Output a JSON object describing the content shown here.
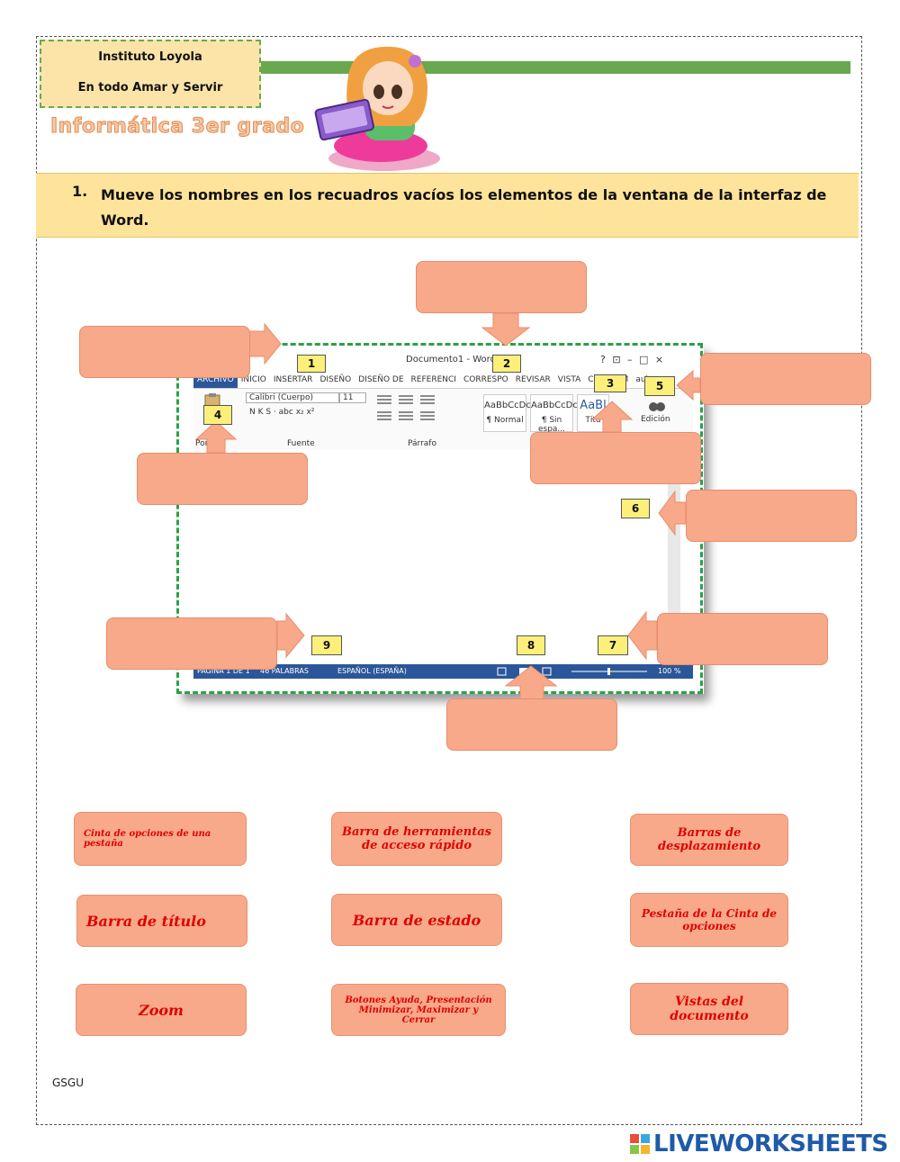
{
  "header": {
    "school_name": "Instituto Loyola",
    "motto": "En todo Amar y Servir",
    "subject": "Informática 3er grado"
  },
  "instructions": {
    "number": "1.",
    "text": "Mueve los nombres en los recuadros vacíos los elementos de la ventana de la interfaz de Word."
  },
  "word_window": {
    "title": "Documento1 - Word",
    "title_buttons": "?  ⊡  –  □  ×",
    "user": "aula",
    "tabs": [
      "ARCHIVO",
      "INICIO",
      "INSERTAR",
      "DISEÑO",
      "DISEÑO DE",
      "REFERENCI",
      "CORRESPO",
      "REVISAR",
      "VISTA",
      "COMPLEM"
    ],
    "font_name": "Calibri (Cuerpo)",
    "font_size": "11",
    "format_row": "N  K  S  ·  abc  x₂  x²",
    "group_paste": "Por",
    "group_font": "Fuente",
    "group_paragraph": "Párrafo",
    "styles": [
      {
        "preview": "AaBbCcDc",
        "name": "¶ Normal"
      },
      {
        "preview": "AaBbCcDc",
        "name": "¶ Sin espa..."
      },
      {
        "preview": "AaBl",
        "name": "Títu"
      }
    ],
    "editing": "Edición",
    "status_page": "PÁGINA 1 DE 1",
    "status_words": "46 PALABRAS",
    "status_lang": "ESPAÑOL (ESPAÑA)",
    "zoom": "100 %"
  },
  "callouts": [
    "1",
    "2",
    "3",
    "4",
    "5",
    "6",
    "7",
    "8",
    "9"
  ],
  "labels": [
    "Cinta de opciones de una pestaña",
    "Barra de herramientas de acceso rápido",
    "Barras de desplazamiento",
    "Barra de título",
    "Barra de estado",
    "Pestaña de la Cinta de opciones",
    "Zoom",
    "Botones Ayuda, Presentación Minimizar, Maximizar y Cerrar",
    "Vistas del documento"
  ],
  "footer": {
    "author": "GSGU",
    "brand": "LIVEWORKSHEETS"
  },
  "colors": {
    "accent_green": "#6aa84f",
    "drop_box": "#f7a98a",
    "label_text": "#e00000",
    "header_box": "#fce4a8",
    "instruction_band": "#fee39a"
  }
}
